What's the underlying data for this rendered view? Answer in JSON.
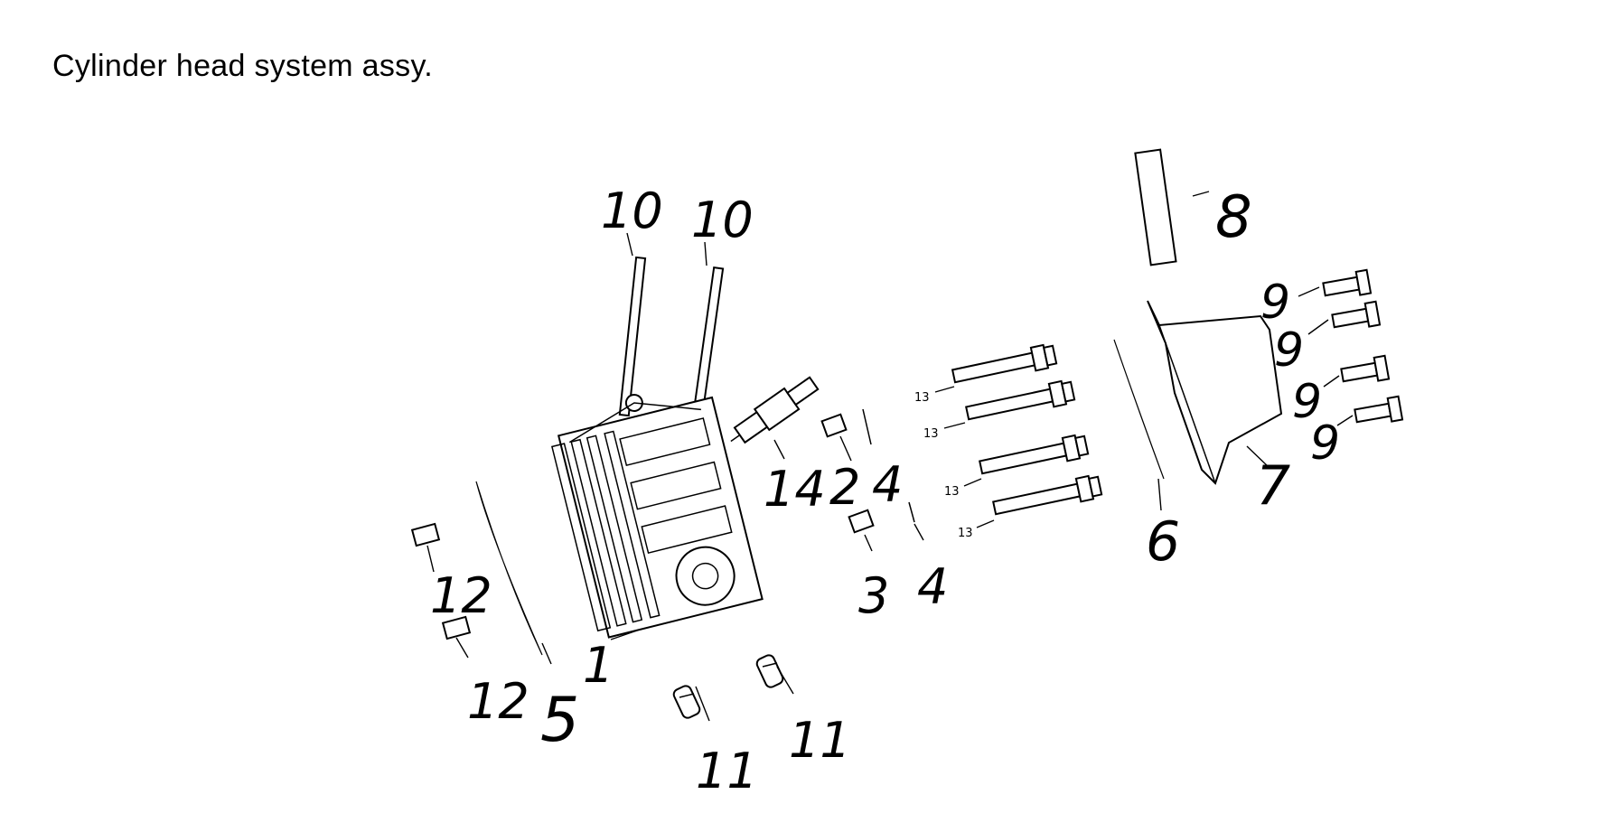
{
  "title": "Cylinder head system assy.",
  "callouts": [
    {
      "id": "p1",
      "label": "1"
    },
    {
      "id": "p2",
      "label": "2"
    },
    {
      "id": "p3",
      "label": "3"
    },
    {
      "id": "p4a",
      "label": "4"
    },
    {
      "id": "p4b",
      "label": "4"
    },
    {
      "id": "p5",
      "label": "5"
    },
    {
      "id": "p6",
      "label": "6"
    },
    {
      "id": "p7",
      "label": "7"
    },
    {
      "id": "p8",
      "label": "8"
    },
    {
      "id": "p9a",
      "label": "9"
    },
    {
      "id": "p9b",
      "label": "9"
    },
    {
      "id": "p9c",
      "label": "9"
    },
    {
      "id": "p9d",
      "label": "9"
    },
    {
      "id": "p10a",
      "label": "10"
    },
    {
      "id": "p10b",
      "label": "10"
    },
    {
      "id": "p11a",
      "label": "11"
    },
    {
      "id": "p11b",
      "label": "11"
    },
    {
      "id": "p12a",
      "label": "12"
    },
    {
      "id": "p12b",
      "label": "12"
    },
    {
      "id": "p13a",
      "label": "13"
    },
    {
      "id": "p13b",
      "label": "13"
    },
    {
      "id": "p13c",
      "label": "13"
    },
    {
      "id": "p13d",
      "label": "13"
    },
    {
      "id": "p14",
      "label": "14"
    }
  ]
}
